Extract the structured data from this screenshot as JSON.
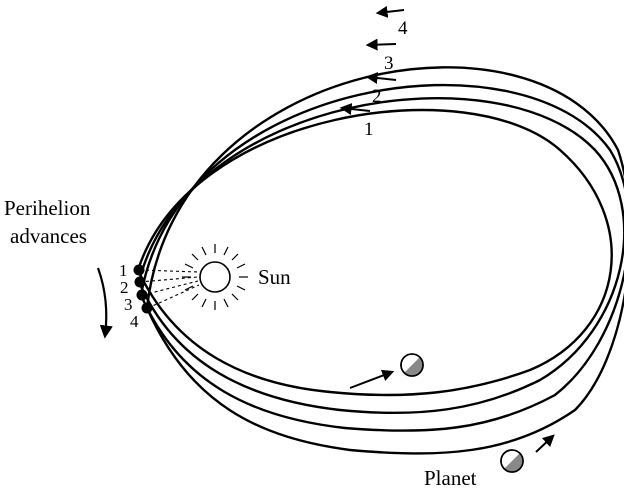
{
  "orbit_labels": [
    "1",
    "2",
    "3",
    "4"
  ],
  "perihelion_labels": [
    "1",
    "2",
    "3",
    "4"
  ],
  "perihelion_caption": [
    "Perihelion",
    "advances"
  ],
  "sun_label": "Sun",
  "planet_label": "Planet",
  "colors": {
    "ink": "#000000",
    "planet_dark": "#888888",
    "planet_light": "#ffffff"
  },
  "icons": [
    "sun-icon",
    "planet-icon",
    "arrow-down-icon"
  ]
}
